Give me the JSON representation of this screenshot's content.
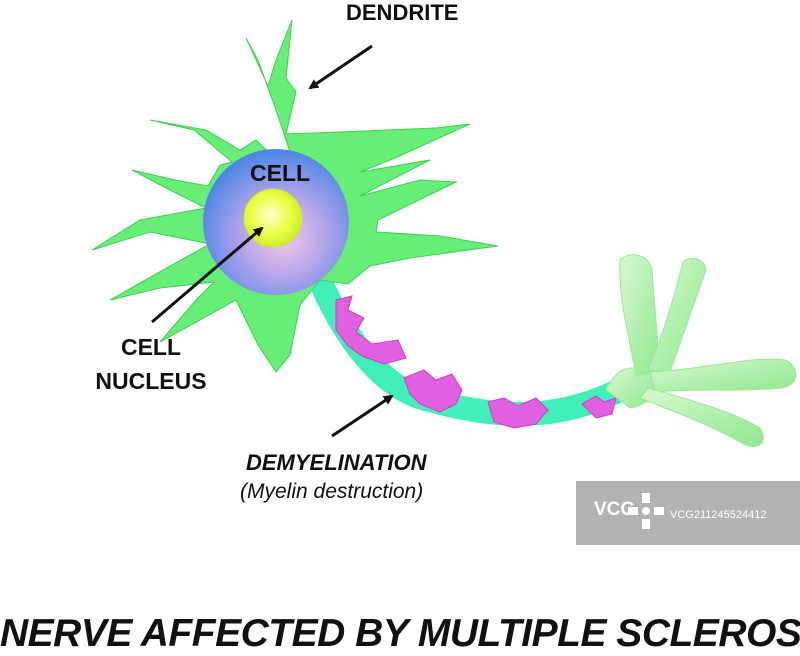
{
  "labels": {
    "dendrite": "DENDRITE",
    "cell": "CELL",
    "cell_nucleus_line1": "CELL",
    "cell_nucleus_line2": "NUCLEUS",
    "demyelination": "DEMYELINATION",
    "myelin_destruction": "(Myelin destruction)"
  },
  "title": "NERVE AFFECTED BY MULTIPLE SCLEROSIS",
  "watermark": {
    "logo": "VCG",
    "id": "VCG211245524412"
  },
  "colors": {
    "neuron_body": "#66ee77",
    "neuron_outline": "#3fcf55",
    "cell_outer": "#4a86e8",
    "cell_inner": "#b9a7e6",
    "nucleus": "#e8ff3a",
    "axon": "#40f0b8",
    "myelin_damage": "#e060e0",
    "text": "#111111"
  }
}
